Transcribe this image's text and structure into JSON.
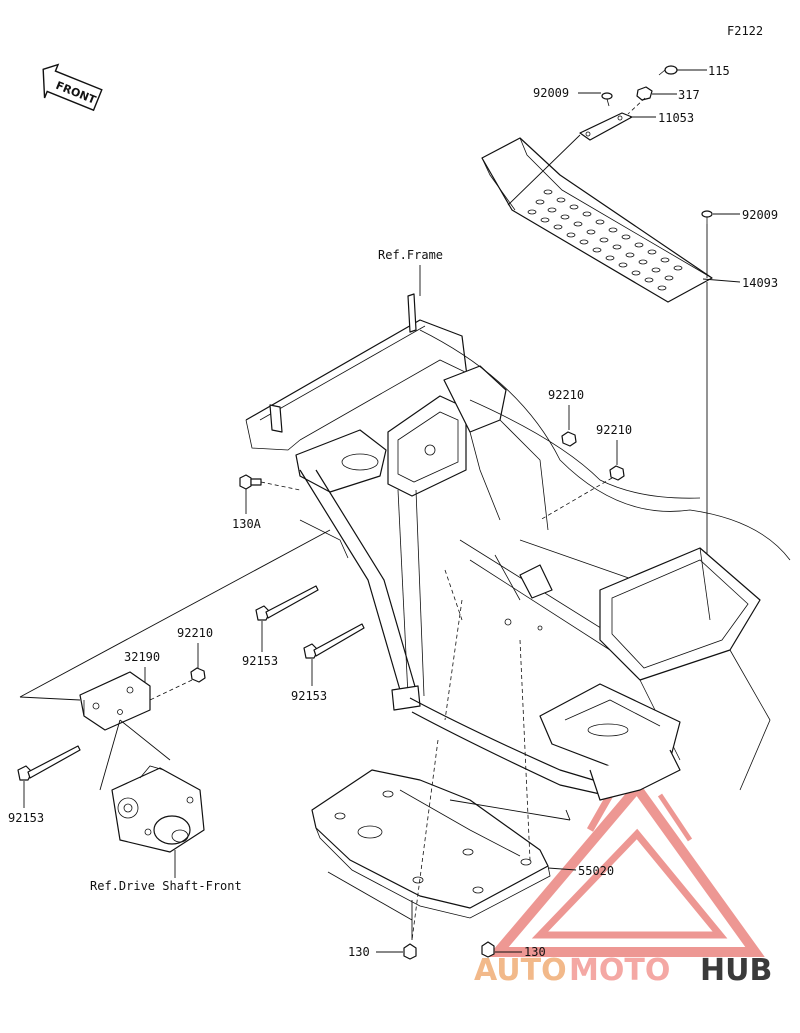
{
  "figure_code": "F2122",
  "front_label": "FRONT",
  "refs": {
    "frame": "Ref.Frame",
    "drive_shaft": "Ref.Drive Shaft-Front"
  },
  "callouts": {
    "c115": "115",
    "c317": "317",
    "c92009_top": "92009",
    "c11053": "11053",
    "c92009_right": "92009",
    "c14093": "14093",
    "c92210_a": "92210",
    "c92210_b": "92210",
    "c130A": "130A",
    "c92210_c": "92210",
    "c32190": "32190",
    "c92153_a": "92153",
    "c92153_b": "92153",
    "c92153_c": "92153",
    "c55020": "55020",
    "c130_a": "130",
    "c130_b": "130"
  },
  "watermark": {
    "part1": "AUTO",
    "part2": "MOTO",
    "part3": "HUB",
    "color_auto": "#f2b98a",
    "color_moto": "#f4a8a4",
    "color_hub": "#3a3a3a",
    "triangle_color": "#e8756f"
  }
}
